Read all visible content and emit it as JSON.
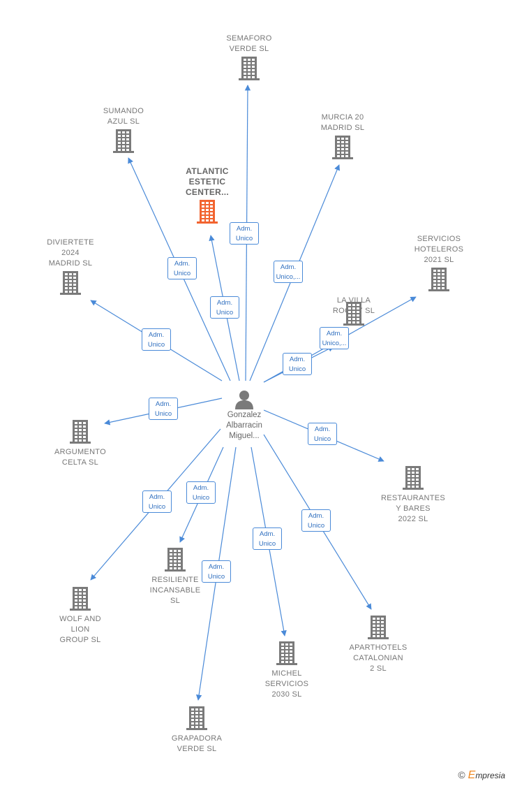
{
  "center": {
    "label": "Gonzalez\nAlbarracin\nMiguel..."
  },
  "companies": [
    {
      "id": "semaforo",
      "label": "SEMAFORO\nVERDE SL",
      "focus": false
    },
    {
      "id": "sumando",
      "label": "SUMANDO\nAZUL SL",
      "focus": false
    },
    {
      "id": "murcia",
      "label": "MURCIA 20\nMADRID SL",
      "focus": false
    },
    {
      "id": "atlantic",
      "label": "ATLANTIC\nESTETIC\nCENTER...",
      "focus": true
    },
    {
      "id": "diviertete",
      "label": "DIVIERTETE\n2024\nMADRID SL",
      "focus": false
    },
    {
      "id": "servicios",
      "label": "SERVICIOS\nHOTELEROS\n2021 SL",
      "focus": false
    },
    {
      "id": "lavilla",
      "label": "LA VILLA\nROOMY SL",
      "focus": false
    },
    {
      "id": "argumento",
      "label": "ARGUMENTO\nCELTA SL",
      "focus": false
    },
    {
      "id": "restaurantes",
      "label": "RESTAURANTES\nY BARES\n2022 SL",
      "focus": false
    },
    {
      "id": "resiliente",
      "label": "RESILIENTE\nINCANSABLE\nSL",
      "focus": false
    },
    {
      "id": "wolf",
      "label": "WOLF AND\nLION\nGROUP SL",
      "focus": false
    },
    {
      "id": "aparthotels",
      "label": "APARTHOTELS\nCATALONIAN\n2 SL",
      "focus": false
    },
    {
      "id": "michel",
      "label": "MICHEL\nSERVICIOS\n2030 SL",
      "focus": false
    },
    {
      "id": "grapadora",
      "label": "GRAPADORA\nVERDE SL",
      "focus": false
    }
  ],
  "edges": [
    {
      "to": "semaforo",
      "label": "Adm.\nUnico"
    },
    {
      "to": "sumando",
      "label": "Adm.\nUnico"
    },
    {
      "to": "murcia",
      "label": "Adm.\nUnico,..."
    },
    {
      "to": "atlantic",
      "label": "Adm.\nUnico"
    },
    {
      "to": "diviertete",
      "label": "Adm.\nUnico"
    },
    {
      "to": "servicios",
      "label": "Adm.\nUnico,..."
    },
    {
      "to": "lavilla",
      "label": "Adm.\nUnico"
    },
    {
      "to": "argumento",
      "label": "Adm.\nUnico"
    },
    {
      "to": "restaurantes",
      "label": "Adm.\nUnico"
    },
    {
      "to": "resiliente",
      "label": "Adm.\nUnico"
    },
    {
      "to": "wolf",
      "label": "Adm.\nUnico"
    },
    {
      "to": "aparthotels",
      "label": "Adm.\nUnico"
    },
    {
      "to": "michel",
      "label": "Adm.\nUnico"
    },
    {
      "to": "grapadora",
      "label": "Adm.\nUnico"
    }
  ],
  "colors": {
    "edge": "#4a8ad8",
    "building": "#7a7a7a",
    "focus_building": "#f26430"
  },
  "icons": {
    "company": "building-icon",
    "person": "person-icon"
  },
  "footer": {
    "copyright": "©",
    "brand_first": "E",
    "brand_rest": "mpresia"
  }
}
